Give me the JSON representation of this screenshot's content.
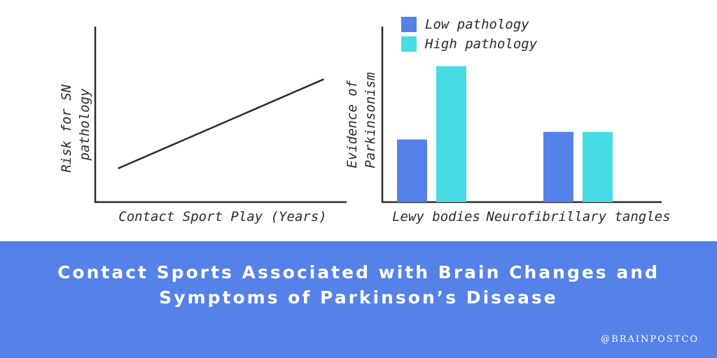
{
  "colors": {
    "low": "#5582e8",
    "high": "#46dce4",
    "axis": "#2b2b2b",
    "banner": "#5582e8"
  },
  "chart_data": [
    {
      "type": "line",
      "xlabel": "Contact Sport Play (Years)",
      "ylabel": "Risk for SN pathology",
      "ylabel_lines": [
        "Risk for SN",
        "pathology"
      ],
      "series": [
        {
          "x": [
            0.1,
            1.0
          ],
          "y": [
            0.23,
            0.84
          ]
        }
      ],
      "xlim": [
        0,
        1.1
      ],
      "ylim": [
        0,
        1.2
      ],
      "grid": false
    },
    {
      "type": "bar",
      "categories": [
        "Lewy bodies",
        "Neurofibrillary tangles"
      ],
      "series": [
        {
          "name": "Low pathology",
          "values": [
            0.41,
            0.46
          ],
          "color": "#5582e8"
        },
        {
          "name": "High pathology",
          "values": [
            0.89,
            0.46
          ],
          "color": "#46dce4"
        }
      ],
      "xlabel": "",
      "ylabel": "Evidence of Parkinsonism",
      "ylabel_lines": [
        "Evidence of",
        "Parkinsonism"
      ],
      "ylim": [
        0,
        1.15
      ],
      "legend": "top-left",
      "grid": false
    }
  ],
  "banner": {
    "title_line1": "Contact Sports Associated with Brain Changes and",
    "title_line2": "Symptoms of Parkinson’s Disease",
    "handle": "@BRAINPOSTCO"
  }
}
